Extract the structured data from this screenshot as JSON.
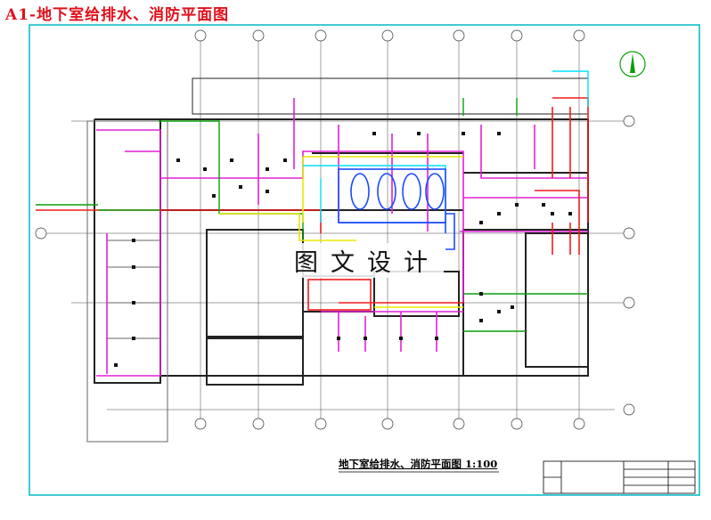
{
  "sheet": {
    "heading": "A1-地下室给排水、消防平面图",
    "watermark": "图文设计",
    "drawing_title": "地下室给排水、消防平面图  1:100"
  },
  "colors": {
    "border": "#00b7c9",
    "walls": "#222222",
    "dimension": "#333333",
    "water_supply": "#e020d8",
    "drainage": "#0a9f0a",
    "fire": "#ef1c1c",
    "cold_water": "#e8e800",
    "equipment": "#1a4cff",
    "cyan": "#00e0ff",
    "heading": "#e0101c"
  },
  "icons": {
    "north_arrow": "north-arrow-icon"
  }
}
